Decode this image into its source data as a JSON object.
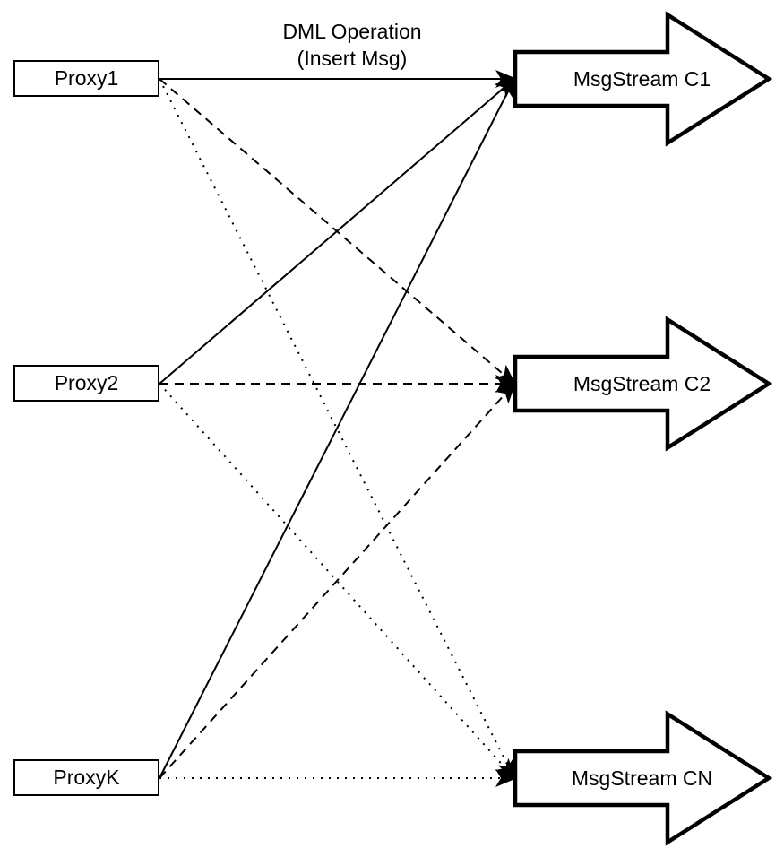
{
  "diagram": {
    "type": "flow-diagram",
    "colors": {
      "stroke": "#000000",
      "background": "#ffffff"
    },
    "edge_label": {
      "line1": "DML Operation",
      "line2": "(Insert Msg)"
    },
    "proxies": [
      {
        "id": "Proxy1",
        "label": "Proxy1"
      },
      {
        "id": "Proxy2",
        "label": "Proxy2"
      },
      {
        "id": "ProxyK",
        "label": "ProxyK"
      }
    ],
    "streams": [
      {
        "id": "MsgStream C1",
        "label": "MsgStream C1"
      },
      {
        "id": "MsgStream C2",
        "label": "MsgStream C2"
      },
      {
        "id": "MsgStream CN",
        "label": "MsgStream CN"
      }
    ],
    "edges": [
      {
        "from": "Proxy1",
        "to": "MsgStream C1",
        "style": "solid",
        "label": "DML Operation (Insert Msg)"
      },
      {
        "from": "Proxy1",
        "to": "MsgStream C2",
        "style": "dashed",
        "label": ""
      },
      {
        "from": "Proxy1",
        "to": "MsgStream CN",
        "style": "dotted",
        "label": ""
      },
      {
        "from": "Proxy2",
        "to": "MsgStream C1",
        "style": "solid",
        "label": ""
      },
      {
        "from": "Proxy2",
        "to": "MsgStream C2",
        "style": "dashed",
        "label": ""
      },
      {
        "from": "Proxy2",
        "to": "MsgStream CN",
        "style": "dotted",
        "label": ""
      },
      {
        "from": "ProxyK",
        "to": "MsgStream C1",
        "style": "solid",
        "label": ""
      },
      {
        "from": "ProxyK",
        "to": "MsgStream C2",
        "style": "dashed",
        "label": ""
      },
      {
        "from": "ProxyK",
        "to": "MsgStream CN",
        "style": "dotted",
        "label": ""
      }
    ]
  }
}
